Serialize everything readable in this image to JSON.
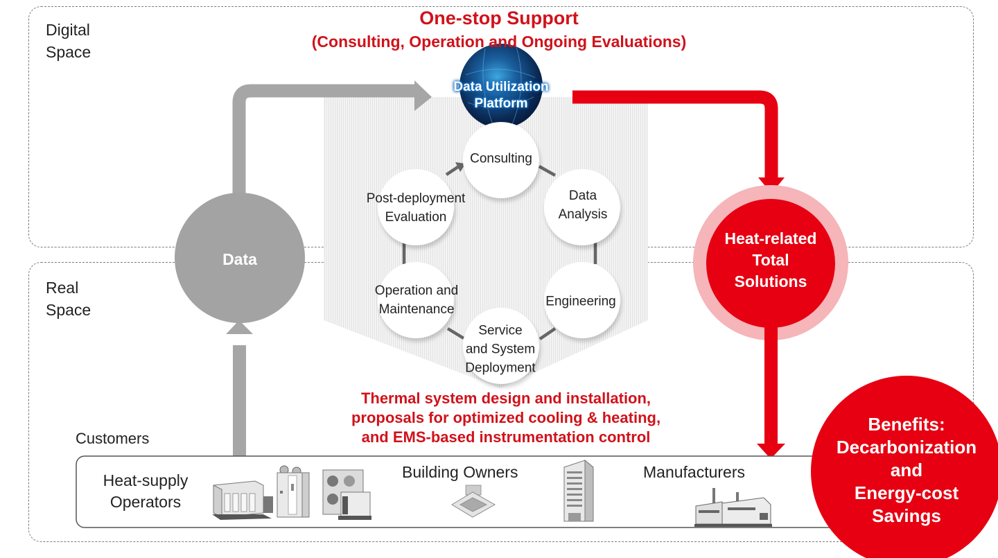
{
  "spaces": {
    "digital": {
      "line1": "Digital",
      "line2": "Space"
    },
    "real": {
      "line1": "Real",
      "line2": "Space"
    }
  },
  "header": {
    "title": "One-stop Support",
    "subtitle": "(Consulting, Operation and Ongoing Evaluations)"
  },
  "platform": {
    "line1": "Data Utilization",
    "line2": "Platform"
  },
  "data_node": {
    "label": "Data"
  },
  "cycle": [
    {
      "id": "consulting",
      "lines": [
        "Consulting"
      ]
    },
    {
      "id": "data-analysis",
      "lines": [
        "Data",
        "Analysis"
      ]
    },
    {
      "id": "engineering",
      "lines": [
        "Engineering"
      ]
    },
    {
      "id": "service-deployment",
      "lines": [
        "Service",
        "and System",
        "Deployment"
      ]
    },
    {
      "id": "operation-maintenance",
      "lines": [
        "Operation and",
        "Maintenance"
      ]
    },
    {
      "id": "post-deployment",
      "lines": [
        "Post-deployment",
        "Evaluation"
      ]
    }
  ],
  "solutions": {
    "line1": "Heat-related",
    "line2": "Total",
    "line3": "Solutions"
  },
  "services_text": {
    "line1": "Thermal system design and installation,",
    "line2": "proposals for optimized cooling & heating,",
    "line3": "and EMS-based instrumentation control"
  },
  "benefits": {
    "line1": "Benefits:",
    "line2": "Decarbonization",
    "line3": "and",
    "line4": "Energy-cost",
    "line5": "Savings"
  },
  "customers": {
    "label": "Customers",
    "groups": [
      {
        "line1": "Heat-supply",
        "line2": "Operators",
        "icons": [
          "chiller-unit-icon",
          "heat-pump-cabinet-icon",
          "cooling-tower-icon"
        ]
      },
      {
        "line1": "Building Owners",
        "icons": [
          "ceiling-cassette-ac-icon",
          "office-building-icon"
        ]
      },
      {
        "line1": "Manufacturers",
        "icons": [
          "factory-icon"
        ]
      }
    ]
  },
  "colors": {
    "accent_red": "#e60012",
    "text_red": "#d0121b",
    "pink_ring": "#f5b5b9",
    "data_gray": "#a3a3a3",
    "arrow_gray": "#a6a6a6",
    "connector_gray": "#666666"
  }
}
